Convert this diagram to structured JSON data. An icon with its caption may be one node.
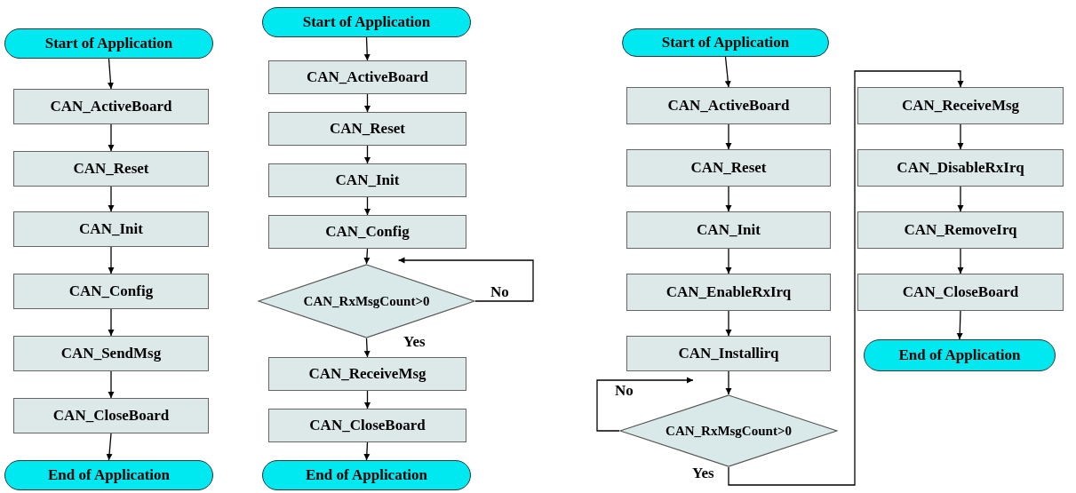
{
  "diagram": {
    "nodes": [
      {
        "text": [
          "Start of Application"
        ]
      },
      {
        "text": [
          "CAN_ActiveBoard"
        ]
      },
      {
        "text": [
          "CAN_Reset"
        ]
      },
      {
        "text": [
          "CAN_Init"
        ]
      },
      {
        "text": [
          "CAN_Config"
        ]
      },
      {
        "text": [
          "CAN_SendMsg"
        ]
      },
      {
        "text": [
          "CAN_CloseBoard"
        ]
      },
      {
        "text": [
          "End of Application"
        ]
      },
      {
        "text": [
          "Start of Application"
        ]
      },
      {
        "text": [
          "CAN_ActiveBoard"
        ]
      },
      {
        "text": [
          "CAN_Reset"
        ]
      },
      {
        "text": [
          "CAN_Init"
        ]
      },
      {
        "text": [
          "CAN_Config"
        ]
      },
      {
        "text": [
          "CAN_RxMsgCount>0"
        ]
      },
      {
        "text": [
          "CAN_ReceiveMsg"
        ]
      },
      {
        "text": [
          "CAN_CloseBoard"
        ]
      },
      {
        "text": [
          "End of Application"
        ]
      },
      {
        "text": [
          "Start of Application"
        ]
      },
      {
        "text": [
          "CAN_ActiveBoard"
        ]
      },
      {
        "text": [
          "CAN_Reset"
        ]
      },
      {
        "text": [
          "CAN_Init"
        ]
      },
      {
        "text": [
          "CAN_EnableRxIrq"
        ]
      },
      {
        "text": [
          "CAN_Installirq"
        ]
      },
      {
        "text": [
          "CAN_RxMsgCount>0"
        ]
      },
      {
        "text": [
          "CAN_ReceiveMsg"
        ]
      },
      {
        "text": [
          "CAN_DisableRxIrq"
        ]
      },
      {
        "text": [
          "CAN_RemoveIrq"
        ]
      },
      {
        "text": [
          "CAN_CloseBoard"
        ]
      },
      {
        "text": [
          "End of Application"
        ]
      }
    ],
    "edges": [
      {
        "from": 0,
        "to": 1,
        "arrow": "to"
      },
      {
        "from": 1,
        "to": 2,
        "arrow": "to"
      },
      {
        "from": 2,
        "to": 3,
        "arrow": "to"
      },
      {
        "from": 3,
        "to": 4,
        "arrow": "to"
      },
      {
        "from": 4,
        "to": 5,
        "arrow": "to"
      },
      {
        "from": 5,
        "to": 6,
        "arrow": "to"
      },
      {
        "from": 6,
        "to": 7,
        "arrow": "to"
      },
      {
        "from": 8,
        "to": 9,
        "arrow": "to"
      },
      {
        "from": 9,
        "to": 10,
        "arrow": "to"
      },
      {
        "from": 10,
        "to": 11,
        "arrow": "to"
      },
      {
        "from": 11,
        "to": 12,
        "arrow": "to"
      },
      {
        "from": 12,
        "to": 13,
        "arrow": "to"
      },
      {
        "from": 13,
        "to": 14,
        "arrow": "to",
        "label": "Yes"
      },
      {
        "from": 13,
        "to": 13,
        "arrow": "to",
        "label": "No"
      },
      {
        "from": 14,
        "to": 15,
        "arrow": "to"
      },
      {
        "from": 15,
        "to": 16,
        "arrow": "to"
      },
      {
        "from": 17,
        "to": 18,
        "arrow": "to"
      },
      {
        "from": 18,
        "to": 19,
        "arrow": "to"
      },
      {
        "from": 19,
        "to": 20,
        "arrow": "to"
      },
      {
        "from": 20,
        "to": 21,
        "arrow": "to"
      },
      {
        "from": 21,
        "to": 22,
        "arrow": "to"
      },
      {
        "from": 22,
        "to": 23,
        "arrow": "to"
      },
      {
        "from": 23,
        "to": 23,
        "arrow": "to",
        "label": "No"
      },
      {
        "from": 23,
        "to": 24,
        "arrow": "to",
        "label": "Yes"
      },
      {
        "from": 24,
        "to": 25,
        "arrow": "to"
      },
      {
        "from": 25,
        "to": 26,
        "arrow": "to"
      },
      {
        "from": 26,
        "to": 27,
        "arrow": "to"
      },
      {
        "from": 27,
        "to": 28,
        "arrow": "to"
      }
    ]
  }
}
